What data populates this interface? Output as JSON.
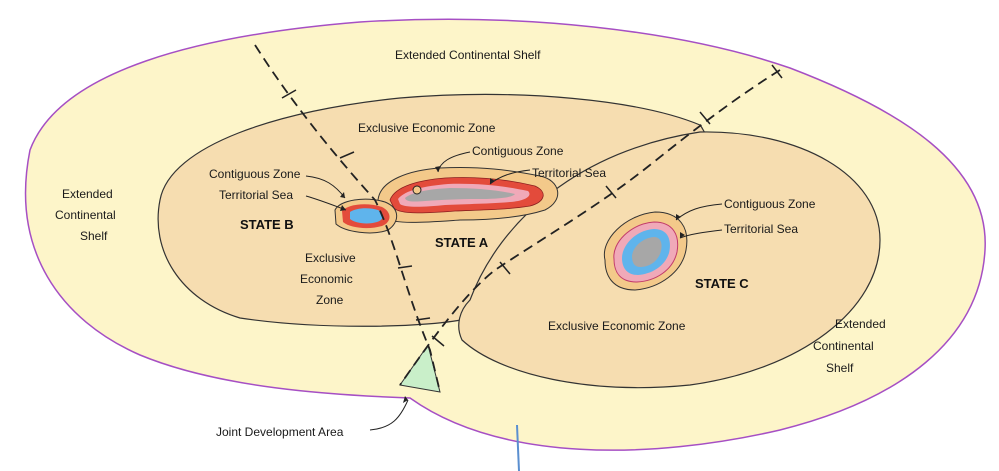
{
  "labels": {
    "ecs_top": "Extended Continental Shelf",
    "ecs_left_1": "Extended",
    "ecs_left_2": "Continental",
    "ecs_left_3": "Shelf",
    "ecs_right_1": "Extended",
    "ecs_right_2": "Continental",
    "ecs_right_3": "Shelf",
    "eez_top": "Exclusive Economic Zone",
    "eez_left_1": "Exclusive",
    "eez_left_2": "Economic",
    "eez_left_3": "Zone",
    "eez_right": "Exclusive Economic Zone",
    "state_a": "STATE A",
    "state_b": "STATE B",
    "state_c": "STATE C",
    "cz_a": "Contiguous Zone",
    "ts_a": "Territorial Sea",
    "cz_b": "Contiguous Zone",
    "ts_b": "Territorial Sea",
    "cz_c": "Contiguous Zone",
    "ts_c": "Territorial Sea",
    "jda": "Joint Development Area"
  },
  "colors": {
    "shelf_fill": "#fdf5c9",
    "shelf_stroke": "#a64fc4",
    "eez_fill": "#f6ddb0",
    "eez_stroke": "#333333",
    "contiguous_outer": "#f3c98a",
    "territorial": "#e34b3b",
    "coast_band": "#f0a9b8",
    "land_blue": "#5fb4ec",
    "land_gray": "#a7a7a7",
    "jda_fill": "#c9efc9",
    "boundary": "#222222",
    "frame_line": "#5a8fd0"
  }
}
